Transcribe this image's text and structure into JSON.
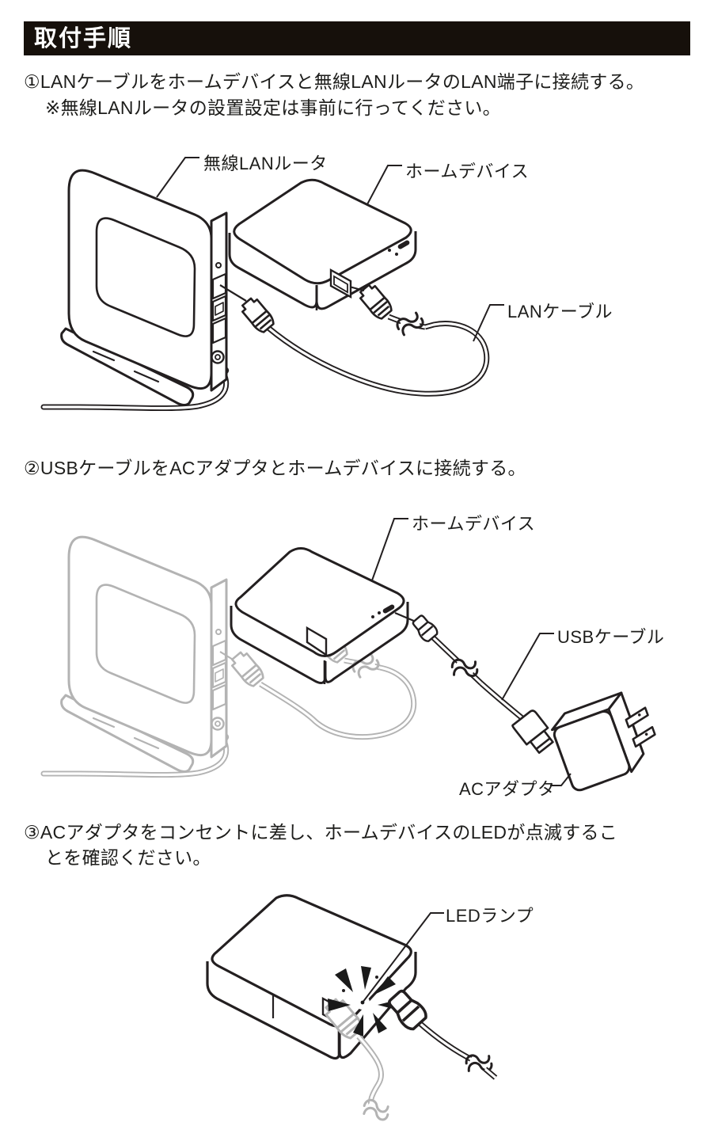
{
  "header": {
    "title": "取付手順"
  },
  "step1": {
    "line1": "①LANケーブルをホームデバイスと無線LANルータのLAN端子に接続する。",
    "line2": "※無線LANルータの設置設定は事前に行ってください。"
  },
  "step2": {
    "line1": "②USBケーブルをACアダプタとホームデバイスに接続する。"
  },
  "step3": {
    "line1": "③ACアダプタをコンセントに差し、ホームデバイスのLEDが点滅するこ",
    "line2": "とを確認ください。"
  },
  "diagram1": {
    "router_label": "無線LANルータ",
    "device_label": "ホームデバイス",
    "cable_label": "LANケーブル"
  },
  "diagram2": {
    "device_label": "ホームデバイス",
    "usb_label": "USBケーブル",
    "adapter_label": "ACアダプタ"
  },
  "diagram3": {
    "led_label": "LEDランプ"
  },
  "colors": {
    "header_bg": "#16100b",
    "ink": "#231f20",
    "secondary_gray": "#b3b3b3",
    "paper": "#ffffff"
  }
}
